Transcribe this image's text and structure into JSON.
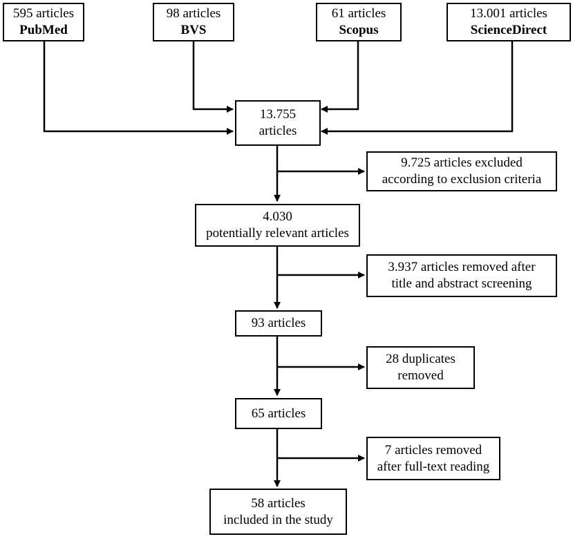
{
  "sources": [
    {
      "count": "595 articles",
      "name": "PubMed"
    },
    {
      "count": "98 articles",
      "name": "BVS"
    },
    {
      "count": "61 articles",
      "name": "Scopus"
    },
    {
      "count": "13.001 articles",
      "name": "ScienceDirect"
    }
  ],
  "flow": {
    "total": {
      "line1": "13.755",
      "line2": "articles"
    },
    "relevant": {
      "line1": "4.030",
      "line2": "potentially relevant articles"
    },
    "screened": {
      "line1": "93 articles"
    },
    "deduped": {
      "line1": "65 articles"
    },
    "included": {
      "line1": "58 articles",
      "line2": "included in the study"
    }
  },
  "exclusions": {
    "criteria": {
      "line1": "9.725 articles excluded",
      "line2": "according to exclusion criteria"
    },
    "abstract": {
      "line1": "3.937 articles removed after",
      "line2": "title and abstract screening"
    },
    "duplicates": {
      "line1": "28 duplicates",
      "line2": "removed"
    },
    "fulltext": {
      "line1": "7 articles removed",
      "line2": "after full-text reading"
    }
  }
}
